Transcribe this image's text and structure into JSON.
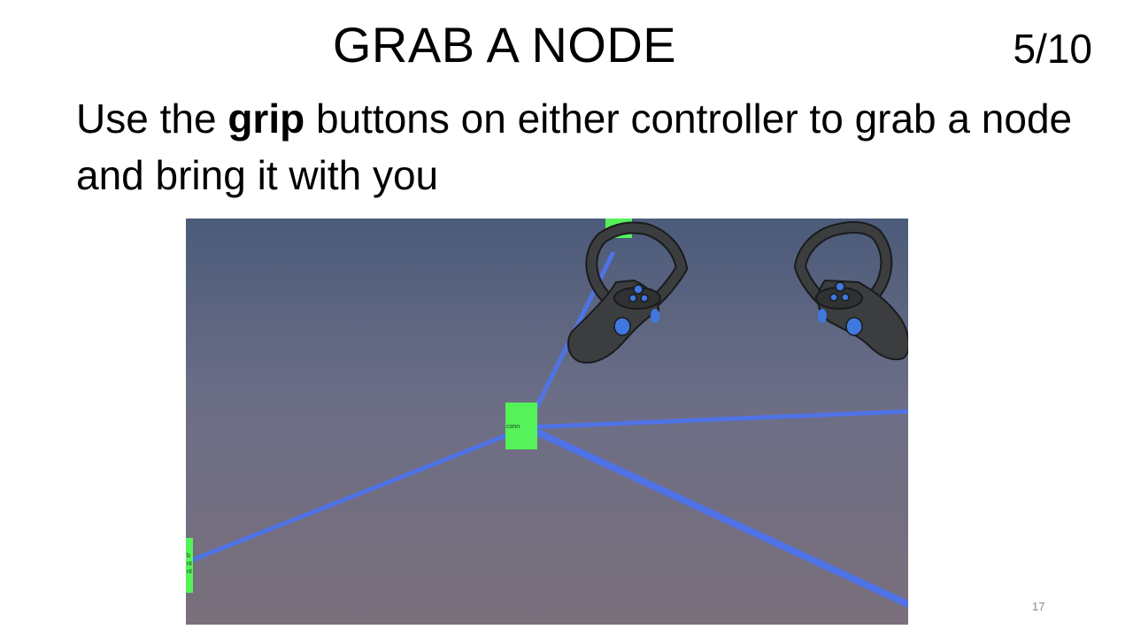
{
  "slide": {
    "title": "GRAB A NODE",
    "progress": "5/10",
    "body": {
      "before": "Use the ",
      "bold": "grip",
      "after": " buttons on either controller to grab a node and bring it with you"
    },
    "page_number": "17"
  },
  "vr_view": {
    "center_node_label": "conn",
    "left_node_label": "b\nnt\nnt",
    "controllers": [
      "left-controller-icon",
      "right-controller-icon"
    ],
    "colors": {
      "sky_top": "#4b5b7a",
      "sky_bottom": "#7a6f7b",
      "node": "#55f25a",
      "edge": "#4f73e6",
      "controller_body": "#3b3d3f",
      "controller_button": "#3f78e0"
    }
  }
}
